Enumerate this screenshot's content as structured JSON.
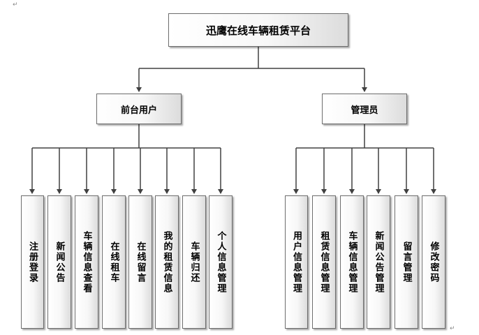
{
  "root": {
    "label": "迅鹰在线车辆租赁平台"
  },
  "branches": [
    {
      "label": "前台用户",
      "children": [
        "注册登录",
        "新闻公告",
        "车辆信息查看",
        "在线租车",
        "在线留言",
        "我的租赁信息",
        "车辆归还",
        "个人信息管理"
      ]
    },
    {
      "label": "管理员",
      "children": [
        "用户信息管理",
        "租赁信息管理",
        "车辆信息管理",
        "新闻公告管理",
        "留言管理",
        "修改密码"
      ]
    }
  ],
  "colors": {
    "line": "#404040",
    "border": "#6d6d6d"
  },
  "marks": {
    "top": "↵",
    "bottom": "↵"
  }
}
